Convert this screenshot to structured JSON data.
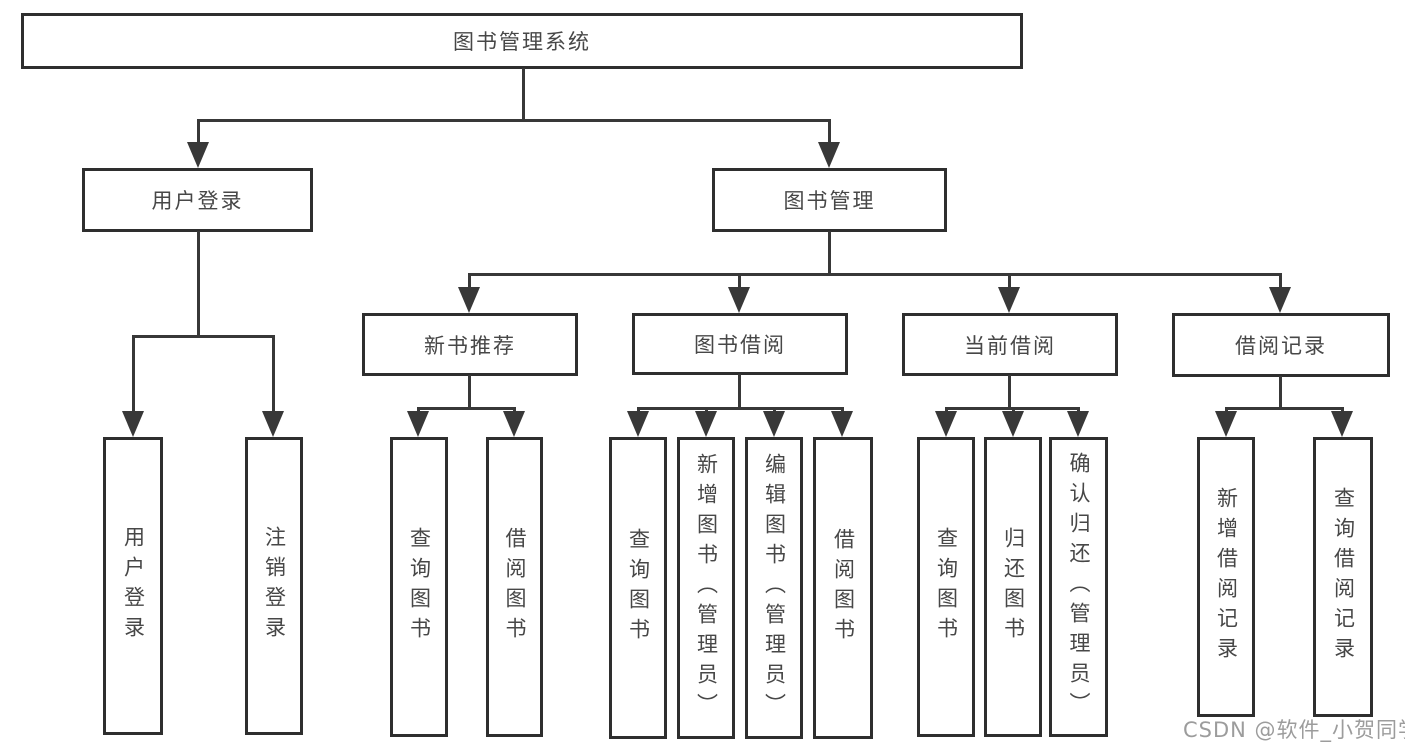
{
  "diagram_type": "hierarchy-tree",
  "tree": {
    "label": "图书管理系统",
    "children": [
      {
        "label": "用户登录",
        "children": [
          {
            "label": "用户登录"
          },
          {
            "label": "注销登录"
          }
        ]
      },
      {
        "label": "图书管理",
        "children": [
          {
            "label": "新书推荐",
            "children": [
              {
                "label": "查询图书"
              },
              {
                "label": "借阅图书"
              }
            ]
          },
          {
            "label": "图书借阅",
            "children": [
              {
                "label": "查询图书"
              },
              {
                "label": "新增图书（管理员）"
              },
              {
                "label": "编辑图书（管理员）"
              },
              {
                "label": "借阅图书"
              }
            ]
          },
          {
            "label": "当前借阅",
            "children": [
              {
                "label": "查询图书"
              },
              {
                "label": "归还图书"
              },
              {
                "label": "确认归还（管理员）"
              }
            ]
          },
          {
            "label": "借阅记录",
            "children": [
              {
                "label": "新增借阅记录"
              },
              {
                "label": "查询借阅记录"
              }
            ]
          }
        ]
      }
    ]
  },
  "watermark": {
    "text": "CSDN @软件_小贺同学"
  },
  "colors": {
    "background": "#ffffff",
    "box_border": "#2e2e2e",
    "connector": "#383838",
    "text": "#474747",
    "watermark": "#9c9c9c"
  }
}
